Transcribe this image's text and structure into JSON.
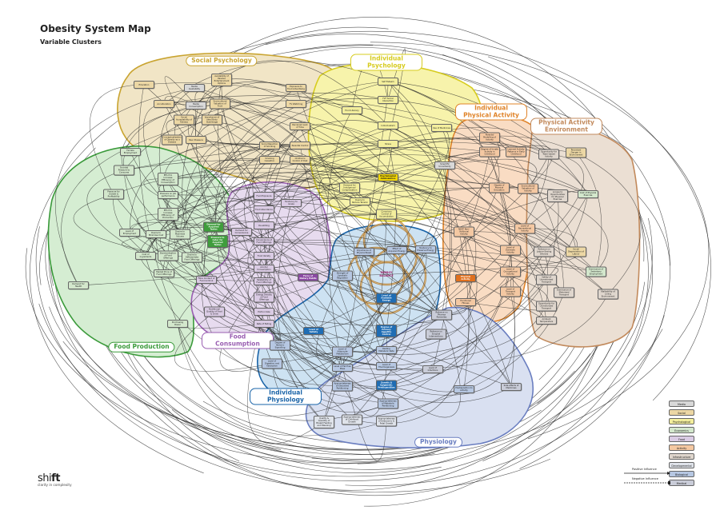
{
  "header": {
    "title": "Obesity System Map",
    "subtitle": "Variable Clusters"
  },
  "energy_balance": "ENERGY BALANCE",
  "clusters": [
    {
      "label": "Social Psychology",
      "fill": "#f1e5c6",
      "stroke": "#c9a430"
    },
    {
      "label": "Individual Psychology",
      "fill": "#f7f3ab",
      "stroke": "#d7cc1f"
    },
    {
      "label": "Individual Physical Activity",
      "fill": "#f9dcc3",
      "stroke": "#e0842a"
    },
    {
      "label": "Physical Activity Environment",
      "fill": "#ebdfd3",
      "stroke": "#c28a5c"
    },
    {
      "label": "Food Production",
      "fill": "#d5edd2",
      "stroke": "#3a9a3a"
    },
    {
      "label": "Food Consumption",
      "fill": "#e7dbef",
      "stroke": "#9a5fb2"
    },
    {
      "label": "Individual Physiology",
      "fill": "#cde2f2",
      "stroke": "#1a64a8"
    },
    {
      "label": "Physiology",
      "fill": "#d9e0f1",
      "stroke": "#6a7ec0"
    }
  ],
  "categories": {
    "media": "#d8d8d8",
    "social": "#ecd7a4",
    "psych": "#f3ee9c",
    "econ": "#d3e7cc",
    "food": "#dacbe4",
    "activity": "#f4c8a2",
    "infra": "#dfd6cd",
    "dev": "#dfe3ea",
    "bio": "#b6c7e2",
    "medical": "#c9ccd8",
    "econ_strong": "#3f9d3c",
    "food_strong": "#8b4aa3",
    "activity_strong": "#e0701e",
    "bio_strong": "#1f6db4",
    "psych_strong": "#f2d600"
  },
  "nodes": [
    {
      "label": "Education",
      "cat": "social"
    },
    {
      "label": "Media Availability",
      "cat": "media"
    },
    {
      "label": "Availability of Passive Entertainment Options",
      "cat": "social"
    },
    {
      "label": "Acculturation",
      "cat": "social"
    },
    {
      "label": "Media Consumption",
      "cat": "media"
    },
    {
      "label": "Sociocultural Valuation of Food",
      "cat": "social"
    },
    {
      "label": "Social Acceptability of Fatness",
      "cat": "social"
    },
    {
      "label": "Importance of Ideal Body Size/Image",
      "cat": "social"
    },
    {
      "label": "Conceptualisation of Obesity as a Disease",
      "cat": "social"
    },
    {
      "label": "Peer Pressure",
      "cat": "social"
    },
    {
      "label": "Exposure to Food Advertising",
      "cat": "social"
    },
    {
      "label": "TV Watching",
      "cat": "social"
    },
    {
      "label": "Perceived Lack of Time",
      "cat": "social"
    },
    {
      "label": "Social Rejection of Smoking",
      "cat": "social"
    },
    {
      "label": "Smoking Cessation",
      "cat": "social"
    },
    {
      "label": "Parental Control",
      "cat": "social"
    },
    {
      "label": "Children's Control of Diet",
      "cat": "social"
    },
    {
      "label": "Self Esteem",
      "cat": "psych"
    },
    {
      "label": "F2F Social Interaction",
      "cat": "psych"
    },
    {
      "label": "Food Literacy",
      "cat": "psych"
    },
    {
      "label": "Use of Medicines",
      "cat": "psych"
    },
    {
      "label": "Individualism",
      "cat": "psych"
    },
    {
      "label": "Stress",
      "cat": "psych"
    },
    {
      "label": "Psychological Ambivalence",
      "cat": "psych_strong"
    },
    {
      "label": "Demand for Indulgence/ Compensation",
      "cat": "psych"
    },
    {
      "label": "Desire to Reduce Tension",
      "cat": "psych"
    },
    {
      "label": "Conscious Control of Accumulation",
      "cat": "psych"
    },
    {
      "label": "Scientific Uncertainty",
      "cat": "media"
    },
    {
      "label": "Parental Modelling of Activity",
      "cat": "activity"
    },
    {
      "label": "Degree of Innate Activity in Childhood",
      "cat": "activity"
    },
    {
      "label": "Learned Activity Patterns in Early Childhood",
      "cat": "activity"
    },
    {
      "label": "Degree of Physical Education",
      "cat": "activity"
    },
    {
      "label": "Sociocultural Valuation of Activity",
      "cat": "activity"
    },
    {
      "label": "NEAT Non-Volitional Activity",
      "cat": "activity"
    },
    {
      "label": "Level of Recreational Activity",
      "cat": "activity"
    },
    {
      "label": "Level of Domestic Activity",
      "cat": "activity"
    },
    {
      "label": "Level of Occupational Activity",
      "cat": "activity"
    },
    {
      "label": "Level of Transport Activity",
      "cat": "activity"
    },
    {
      "label": "Physical Activity",
      "cat": "activity_strong"
    },
    {
      "label": "Functional Fitness",
      "cat": "activity"
    },
    {
      "label": "Opportunity for Team-based Activity",
      "cat": "infra"
    },
    {
      "label": "Perceived Danger in Environment",
      "cat": "social"
    },
    {
      "label": "Access to Opportunities for Physical Exercise",
      "cat": "infra"
    },
    {
      "label": "Cost of Physical Exercise",
      "cat": "econ"
    },
    {
      "label": "Reliance on Labour-Saving Devices",
      "cat": "infra"
    },
    {
      "label": "Social Depreciation of Labour",
      "cat": "social"
    },
    {
      "label": "Dominance of Sedentary Employment",
      "cat": "econ"
    },
    {
      "label": "Safety of Unmotorised Transport",
      "cat": "infra"
    },
    {
      "label": "Dominance of Motorised Transport",
      "cat": "infra"
    },
    {
      "label": "Walkability of Living Environment",
      "cat": "infra"
    },
    {
      "label": "Opportunity for Unmotorised Transport",
      "cat": "infra"
    },
    {
      "label": "Ambient Temperature",
      "cat": "infra"
    },
    {
      "label": "Female Employment",
      "cat": "econ"
    },
    {
      "label": "Societal Pressure to Consume",
      "cat": "econ"
    },
    {
      "label": "Effort to Increase Efficiency of Consumption",
      "cat": "econ"
    },
    {
      "label": "Pressure for Growth & Profitability",
      "cat": "econ"
    },
    {
      "label": "Pressure on Job performance",
      "cat": "econ"
    },
    {
      "label": "Effort to Increase Efficiency of Production",
      "cat": "econ"
    },
    {
      "label": "Level of Employment",
      "cat": "econ"
    },
    {
      "label": "Desire to Minimise Cost",
      "cat": "econ"
    },
    {
      "label": "Desire to Maximise Volume",
      "cat": "econ"
    },
    {
      "label": "Cost of Ingredients",
      "cat": "econ"
    },
    {
      "label": "Standardisation of Food Offerings",
      "cat": "econ"
    },
    {
      "label": "Desire to Differentiate Food Offerings",
      "cat": "econ"
    },
    {
      "label": "Market Price of Food Offerings",
      "cat": "econ"
    },
    {
      "label": "Demand for Health",
      "cat": "econ"
    },
    {
      "label": "Purchasing Power",
      "cat": "econ"
    },
    {
      "label": "Demand for Acquired Tastes",
      "cat": "econ_strong"
    },
    {
      "label": "Pressure to Cater for Acquired Tastes",
      "cat": "econ_strong"
    },
    {
      "label": "Food Exposure",
      "cat": "food"
    },
    {
      "label": "Food Abundance",
      "cat": "food"
    },
    {
      "label": "Tendency to Graze",
      "cat": "food"
    },
    {
      "label": "De-skilling",
      "cat": "food"
    },
    {
      "label": "Demand for Convenience",
      "cat": "food"
    },
    {
      "label": "Convenience of Food Offerings",
      "cat": "food"
    },
    {
      "label": "Food Variety",
      "cat": "food"
    },
    {
      "label": "Alcohol Consumption",
      "cat": "food"
    },
    {
      "label": "Palatability of Food Offerings",
      "cat": "food"
    },
    {
      "label": "Energy Density of Food Offerings",
      "cat": "food"
    },
    {
      "label": "Portion Size",
      "cat": "food"
    },
    {
      "label": "Rate of Eating",
      "cat": "food"
    },
    {
      "label": "Fibre Content of Food & Drink",
      "cat": "food"
    },
    {
      "label": "Nutritional Quality of Food & Drink",
      "cat": "food"
    },
    {
      "label": "Force of Dietary Habits",
      "cat": "food_strong"
    },
    {
      "label": "Importance of Physical Need",
      "cat": "bio"
    },
    {
      "label": "Effect of Acquired Energy",
      "cat": "bio"
    },
    {
      "label": "Tendency to Preserve Energy",
      "cat": "bio"
    },
    {
      "label": "Strength of Lipostatic Regulation",
      "cat": "bio"
    },
    {
      "label": "Level of Available Energy",
      "cat": "bio_strong"
    },
    {
      "label": "Level of Satiety",
      "cat": "bio_strong"
    },
    {
      "label": "Degree of Primary Appetite Control",
      "cat": "bio_strong"
    },
    {
      "label": "Resting Metabolic Rate",
      "cat": "bio"
    },
    {
      "label": "Level of Adipocyte Metabolism",
      "cat": "bio"
    },
    {
      "label": "Level of Fat-Free Mass",
      "cat": "bio"
    },
    {
      "label": "Level of Thermogenesis",
      "cat": "bio"
    },
    {
      "label": "Genetic & Epigenetic Predisposition",
      "cat": "bio_strong"
    },
    {
      "label": "Appropriateness of Embodied Partitioning",
      "cat": "bio"
    },
    {
      "label": "Degree of Hedonic Signalling",
      "cat": "bio"
    },
    {
      "label": "Level of Digestion and Absorption",
      "cat": "bio"
    },
    {
      "label": "Reliance on Pharma Remedies",
      "cat": "medical"
    },
    {
      "label": "Reliance on Surgical Interventions",
      "cat": "medical"
    },
    {
      "label": "Level of Infections",
      "cat": "medical"
    },
    {
      "label": "Predisposition to Activity",
      "cat": "bio"
    },
    {
      "label": "Side-effects of Medicines",
      "cat": "medical"
    },
    {
      "label": "Appropriateness of Metabolic Partitioning",
      "cat": "bio"
    },
    {
      "label": "Quality & Quantity of Breast Feeding and Weaning",
      "cat": "dev"
    },
    {
      "label": "Appropriateness of Childhood Growth",
      "cat": "dev"
    },
    {
      "label": "Appropriateness of Embryonic & Fetal Growth",
      "cat": "dev"
    }
  ],
  "legend": {
    "items": [
      {
        "label": "Media",
        "cat": "media"
      },
      {
        "label": "Social",
        "cat": "social"
      },
      {
        "label": "Psychological",
        "cat": "psych"
      },
      {
        "label": "Economics",
        "cat": "econ"
      },
      {
        "label": "Food",
        "cat": "food"
      },
      {
        "label": "Activity",
        "cat": "activity"
      },
      {
        "label": "Infrastructure",
        "cat": "infra"
      },
      {
        "label": "Developmental",
        "cat": "dev"
      },
      {
        "label": "Biological",
        "cat": "bio"
      },
      {
        "label": "Medical",
        "cat": "medical"
      }
    ],
    "positive": "Positive Influence",
    "negative": "Negative Influence"
  },
  "logo": {
    "brand_light": "shi",
    "brand_bold": "ft",
    "tagline": "clarity in complexity"
  }
}
